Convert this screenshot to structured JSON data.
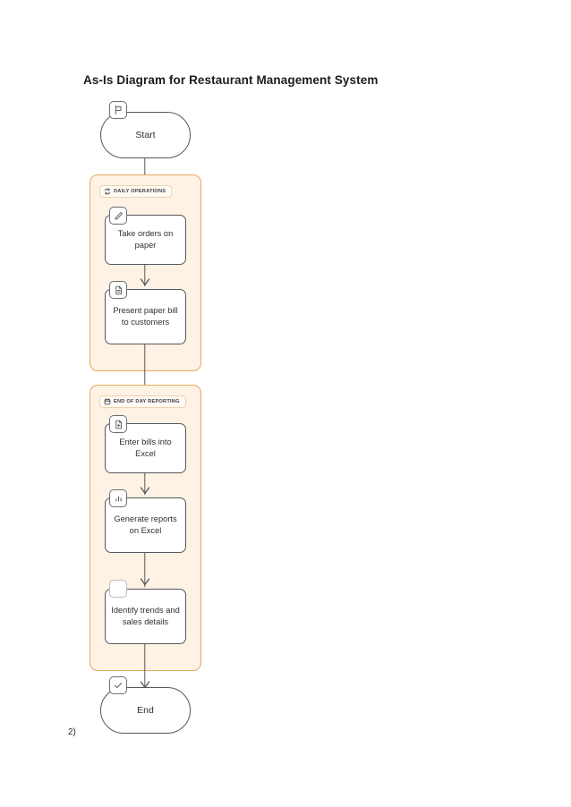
{
  "document": {
    "title": "As-Is Diagram for Restaurant Management System",
    "footer_note": "2)"
  },
  "colors": {
    "group_border": "#e9a85f",
    "group_fill": "#fdf2e4",
    "node_border": "#55585c",
    "node_fill": "#ffffff",
    "connector": "#55585c",
    "text": "#2f3032"
  },
  "flow": {
    "start": {
      "label": "Start",
      "icon": "flag-icon",
      "shape": "pill"
    },
    "end": {
      "label": "End",
      "icon": "check-icon",
      "shape": "pill"
    },
    "groups": [
      {
        "header_label": "DAILY OPERATIONS",
        "header_icon": "refresh-cycle-icon",
        "nodes": [
          {
            "label": "Take orders on paper",
            "icon": "pencil-edit-icon"
          },
          {
            "label": "Present paper bill to customers",
            "icon": "document-icon"
          }
        ]
      },
      {
        "header_label": "END OF DAY REPORTING",
        "header_icon": "calendar-icon",
        "nodes": [
          {
            "label": "Enter bills into Excel",
            "icon": "file-add-icon"
          },
          {
            "label": "Generate reports on Excel",
            "icon": "bar-chart-icon"
          },
          {
            "label": "Identify trends and sales details",
            "icon": "blank-icon"
          }
        ]
      }
    ]
  }
}
